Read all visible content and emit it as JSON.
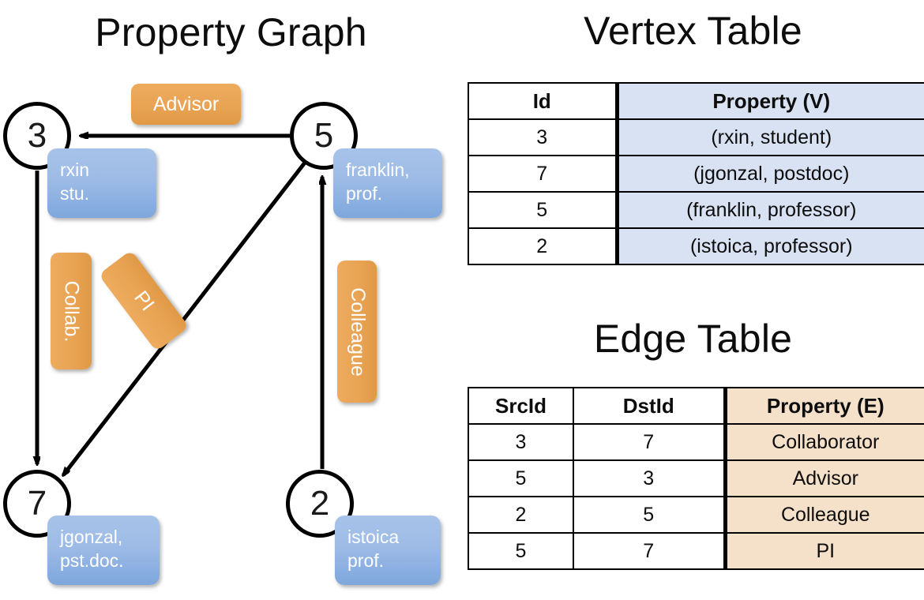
{
  "titles": {
    "property_graph": "Property Graph",
    "vertex_table": "Vertex Table",
    "edge_table": "Edge Table"
  },
  "graph": {
    "nodes": [
      {
        "id": "3",
        "label": "3",
        "property_lines": [
          "rxin",
          "stu."
        ]
      },
      {
        "id": "5",
        "label": "5",
        "property_lines": [
          "franklin,",
          "prof."
        ]
      },
      {
        "id": "7",
        "label": "7",
        "property_lines": [
          "jgonzal,",
          "pst.doc."
        ]
      },
      {
        "id": "2",
        "label": "2",
        "property_lines": [
          "istoica",
          "prof."
        ]
      }
    ],
    "node_properties": {
      "rxin_line1": "rxin",
      "rxin_line2": "stu.",
      "franklin_line1": "franklin,",
      "franklin_line2": "prof.",
      "jgonzal_line1": "jgonzal,",
      "jgonzal_line2": "pst.doc.",
      "istoica_line1": "istoica",
      "istoica_line2": "prof."
    },
    "edge_labels": {
      "advisor": "Advisor",
      "collab": "Collab.",
      "pi": "PI",
      "colleague": "Colleague"
    },
    "edges": [
      {
        "src": "5",
        "dst": "3",
        "label": "Advisor"
      },
      {
        "src": "3",
        "dst": "7",
        "label": "Collab."
      },
      {
        "src": "5",
        "dst": "7",
        "label": "PI"
      },
      {
        "src": "2",
        "dst": "5",
        "label": "Colleague"
      }
    ]
  },
  "vertex_table": {
    "headers": [
      "Id",
      "Property (V)"
    ],
    "rows": [
      {
        "id": "3",
        "property": "(rxin, student)"
      },
      {
        "id": "7",
        "property": "(jgonzal, postdoc)"
      },
      {
        "id": "5",
        "property": "(franklin, professor)"
      },
      {
        "id": "2",
        "property": "(istoica, professor)"
      }
    ]
  },
  "edge_table": {
    "headers": [
      "SrcId",
      "DstId",
      "Property (E)"
    ],
    "rows": [
      {
        "src": "3",
        "dst": "7",
        "property": "Collaborator"
      },
      {
        "src": "5",
        "dst": "3",
        "property": "Advisor"
      },
      {
        "src": "2",
        "dst": "5",
        "property": "Colleague"
      },
      {
        "src": "5",
        "dst": "7",
        "property": "PI"
      }
    ]
  },
  "colors": {
    "vertex_box": "#9dbbe6",
    "edge_box": "#e9a455",
    "vertex_table_fill": "#d9e2f3",
    "edge_table_fill": "#f5e0c9",
    "stroke": "#000000",
    "background": "#ffffff"
  }
}
